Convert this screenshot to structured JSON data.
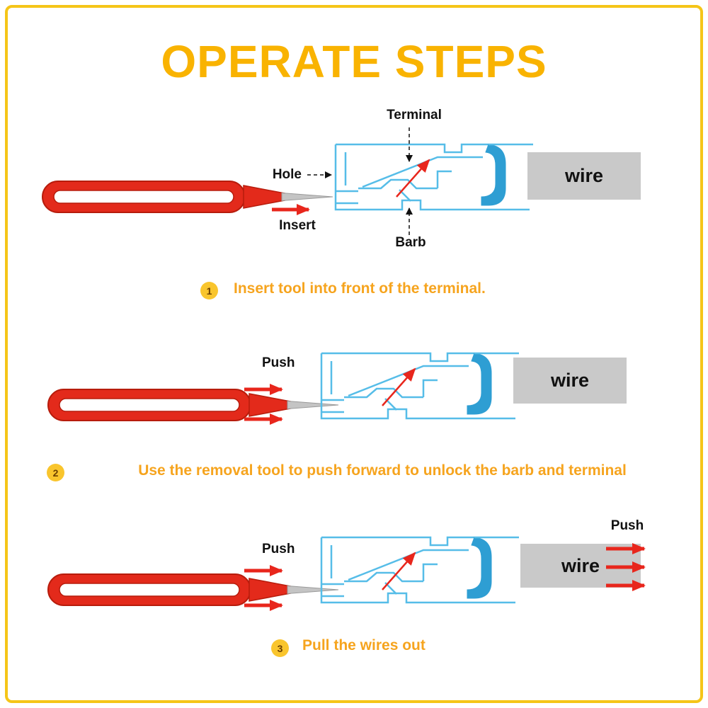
{
  "title": "OPERATE STEPS",
  "colors": {
    "title_gold": "#F9B301",
    "border_yellow": "#F5C518",
    "caption_orange": "#F6A41E",
    "tool_red": "#E32A1B",
    "terminal_blue": "#56BDE8",
    "terminal_dark_blue": "#2E9ED3",
    "wire_gray": "#C9C9C9",
    "arrow_red": "#E8261C",
    "step_circle_yellow": "#F9C52D"
  },
  "labels": {
    "terminal": "Terminal",
    "hole": "Hole",
    "insert": "Insert",
    "barb": "Barb",
    "push": "Push",
    "wire": "wire"
  },
  "steps": [
    {
      "number": "1",
      "caption": "Insert tool into front of the terminal."
    },
    {
      "number": "2",
      "caption": "Use the removal tool to push forward to unlock the barb and terminal"
    },
    {
      "number": "3",
      "caption": "Pull the wires out"
    }
  ]
}
